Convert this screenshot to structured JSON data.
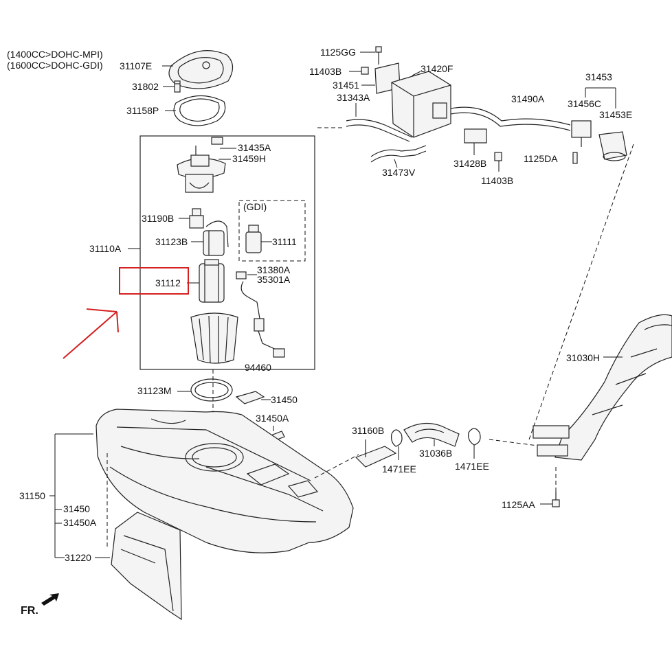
{
  "header": {
    "engine_line_1": "(1400CC>DOHC-MPI)",
    "engine_line_2": "(1600CC>DOHC-GDI)"
  },
  "gdi_box_label": "(GDI)",
  "fr_label": "FR.",
  "highlight": {
    "color": "#d42020",
    "target_part": "31112"
  },
  "parts": {
    "p31107E": "31107E",
    "p31802": "31802",
    "p31158P": "31158P",
    "p31435A": "31435A",
    "p31459H": "31459H",
    "p31190B": "31190B",
    "p31123B": "31123B",
    "p31111": "31111",
    "p31110A": "31110A",
    "p31380A": "31380A",
    "p35301A": "35301A",
    "p31112": "31112",
    "p94460": "94460",
    "p31123M": "31123M",
    "p31450": "31450",
    "p31450A": "31450A",
    "p31150": "31150",
    "p31450_b": "31450",
    "p31450A_b": "31450A",
    "p31220": "31220",
    "p1125GG": "1125GG",
    "p11403B_a": "11403B",
    "p31451": "31451",
    "p31343A": "31343A",
    "p31420F": "31420F",
    "p31490A": "31490A",
    "p31453": "31453",
    "p31456C": "31456C",
    "p31453E": "31453E",
    "p31473V": "31473V",
    "p31428B": "31428B",
    "p11403B_b": "11403B",
    "p1125DA": "1125DA",
    "p31030H": "31030H",
    "p31160B": "31160B",
    "p1471EE_a": "1471EE",
    "p31036B": "31036B",
    "p1471EE_b": "1471EE",
    "p1125AA": "1125AA"
  }
}
